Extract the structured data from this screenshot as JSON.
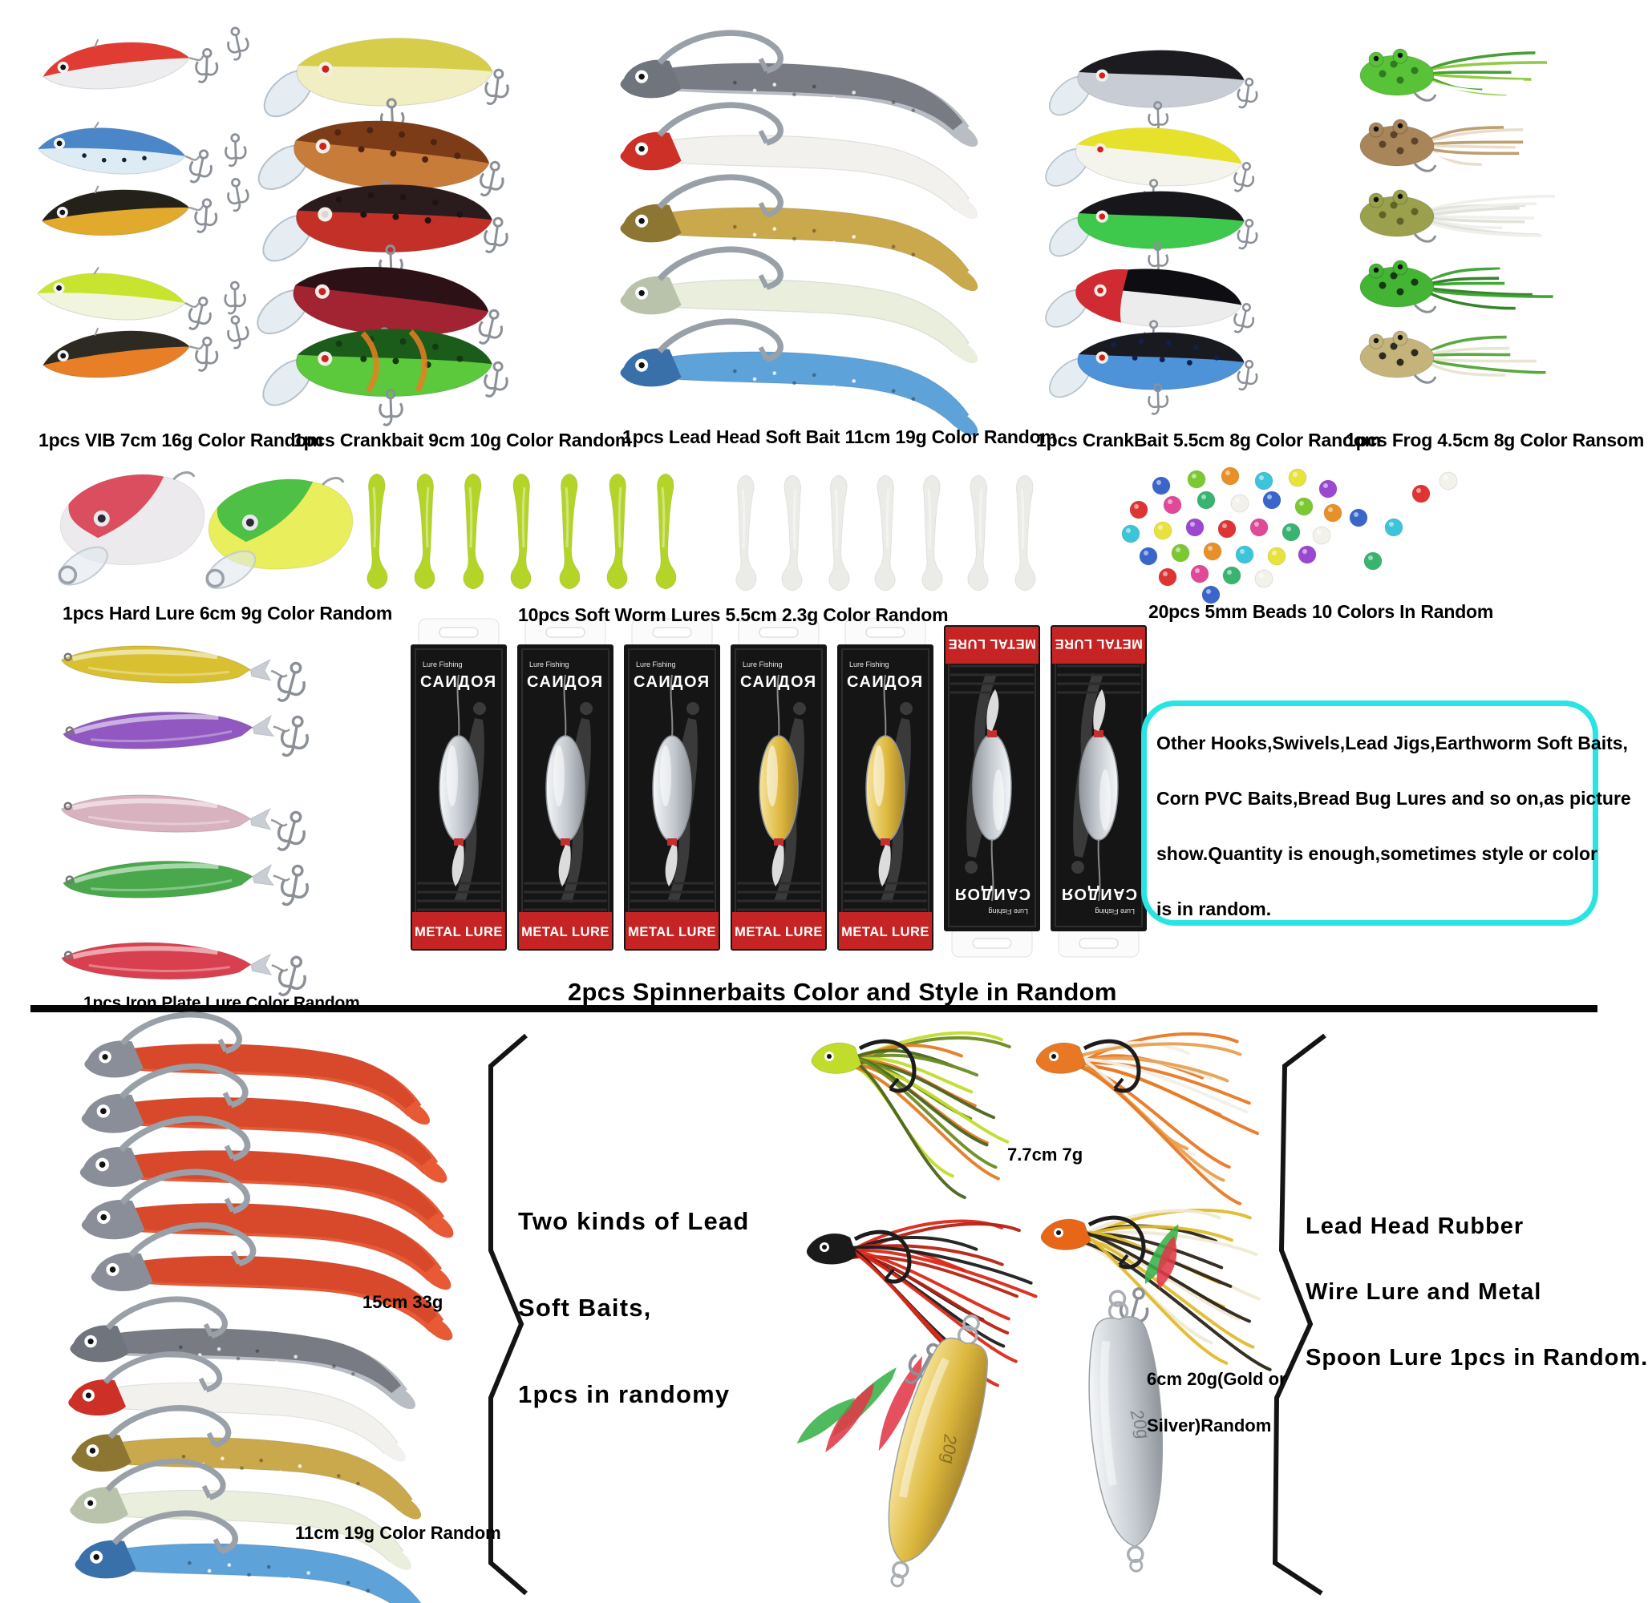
{
  "captions": {
    "vib": "1pcs VIB 7cm 16g Color Random",
    "crankbait": "1pcs Crankbait 9cm 10g Color Random",
    "lead_head": "1pcs Lead Head Soft Bait 11cm 19g Color Random",
    "crankbait_small": "1pcs CrankBait 5.5cm 8g Color Random",
    "frog": "1pcs Frog 4.5cm 8g Color Ransom",
    "hard_lure": "1pcs Hard Lure 6cm 9g Color Random",
    "worms": "10pcs Soft Worm Lures 5.5cm 2.3g Color Random",
    "beads": "20pcs 5mm Beads 10 Colors In Random",
    "iron_plate": "1pcs Iron Plate Lure Color Random",
    "spinnerbaits": "2pcs Spinnerbaits Color and Style in Random"
  },
  "note_box": {
    "border_color": "#2ae4e4",
    "lines": [
      "Other Hooks,Swivels,Lead Jigs,Earthworm Soft Baits,",
      "Corn PVC Baits,Bread Bug Lures and so on,as picture",
      "show.Quantity is enough,sometimes style or color",
      "is in random."
    ]
  },
  "bottom_left": {
    "size_large": "15cm 33g",
    "size_small": "11cm 19g Color Random",
    "lines": [
      "Two kinds of Lead",
      "Soft Baits,",
      "1pcs in randomy"
    ]
  },
  "bottom_right": {
    "size_jig": "7.7cm 7g",
    "size_spoon_line1": "6cm 20g(Gold or",
    "size_spoon_line2": "Silver)Random",
    "lines": [
      "Lead Head Rubber",
      "Wire Lure and Metal",
      "Spoon Lure 1pcs in Random."
    ]
  },
  "package": {
    "tagline": "Lure Fishing",
    "brand": "САИДОЯ",
    "banner": "METAL LURE",
    "spoon_engraving": "20g"
  },
  "palettes": {
    "vib": [
      {
        "back": "#e03c34",
        "belly": "#ededef"
      },
      {
        "back": "#4a86c8",
        "belly": "#dcebf4",
        "spots": "#14223a"
      },
      {
        "back": "#23211a",
        "belly": "#e2aa2c"
      },
      {
        "back": "#c8e42e",
        "belly": "#f1f5de"
      },
      {
        "back": "#2c2a22",
        "belly": "#e87e26"
      }
    ],
    "crankbait": [
      {
        "back": "#d6ce4a",
        "belly": "#f2eec4",
        "eye": "#d02020"
      },
      {
        "back": "#7c3c18",
        "belly": "#c87c3a",
        "eye": "#d02020",
        "spots": "#502410"
      },
      {
        "back": "#2a1c1c",
        "belly": "#c23028",
        "eye": "#d8d8d8",
        "spots": "#1d1412"
      },
      {
        "back": "#2c1216",
        "belly": "#a22432",
        "eye": "#d02020"
      },
      {
        "back": "#1c5c1a",
        "belly": "#5cc83c",
        "eye": "#d02020",
        "spots": "#123c10",
        "accent": "#e87e22"
      }
    ],
    "leadhead": [
      {
        "head": "#70747c",
        "body": "#b9bdc4",
        "back": "#43464e",
        "glitter": true
      },
      {
        "head": "#cc3026",
        "body": "#f2f1ee"
      },
      {
        "head": "#8c7632",
        "body": "#c9a94c",
        "glitter": true
      },
      {
        "head": "#b9c2ab",
        "body": "#e9efdc"
      },
      {
        "head": "#3a70aa",
        "body": "#5ea2da",
        "glitter": true
      }
    ],
    "crankbait_small": [
      {
        "back": "#1b1b20",
        "belly": "#c8ccd4",
        "eye": "#d02020"
      },
      {
        "back": "#e6e22c",
        "belly": "#f4f4ec",
        "eye": "#d02020"
      },
      {
        "back": "#17171b",
        "belly": "#3ec84c",
        "eye": "#d02020"
      },
      {
        "back": "#0e0e12",
        "belly": "#ececec",
        "eye": "#d02020",
        "nose": "#d02a32"
      },
      {
        "back": "#191920",
        "belly": "#4e92d8",
        "eye": "#d02020",
        "spots": "#10204a"
      }
    ],
    "frog": [
      {
        "body": "#58c238",
        "spot": "#2e7c1e",
        "legs": [
          "#3e9a28",
          "#8cc83c",
          "#ffffff"
        ]
      },
      {
        "body": "#a8865a",
        "spot": "#5c432a",
        "legs": [
          "#b89a6a",
          "#e8dcc8",
          "#ffffff"
        ]
      },
      {
        "body": "#9aa04c",
        "spot": "#5c6428",
        "legs": [
          "#eeeeea",
          "#e0e0da"
        ]
      },
      {
        "body": "#44b434",
        "spot": "#133a10",
        "legs": [
          "#38a02c",
          "#ffffff",
          "#2c7c20"
        ]
      },
      {
        "body": "#c4b47c",
        "spot": "#2c2c1c",
        "legs": [
          "#50a434",
          "#ffffff",
          "#e8e4d0"
        ]
      }
    ],
    "hard_lure": [
      {
        "body": "#eceaec",
        "head": "#d84052"
      },
      {
        "body": "#e8ee5c",
        "head": "#40bc44"
      }
    ],
    "worms": {
      "left": "#b4d428",
      "right": "#ebebe8",
      "count_left": 7,
      "count_right": 7
    },
    "beads": [
      "#7cc832",
      "#e8e23c",
      "#e04898",
      "#3a66cc",
      "#3cc4d8",
      "#e03434",
      "#f2f2ea",
      "#e89028",
      "#9a48d0",
      "#38b470"
    ],
    "iron": [
      "#d8c030",
      "#9058c0",
      "#d8b2be",
      "#4aa84c",
      "#d84050"
    ],
    "swim_large": {
      "body": "#e85a35",
      "back": "#c83c20",
      "head": "#8a8e98"
    },
    "jigs": [
      {
        "head": "#c2dc2c",
        "skirt": [
          "#6c8c22",
          "#c2dc2c",
          "#e07c24",
          "#4c641c"
        ]
      },
      {
        "head": "#e87824",
        "skirt": [
          "#e87824",
          "#f0efe8",
          "#e8a050"
        ]
      },
      {
        "head": "#1a1a1a",
        "skirt": [
          "#dc2818",
          "#b42414",
          "#1c1c1c"
        ]
      },
      {
        "head": "#e86618",
        "skirt": [
          "#e0bc2c",
          "#efe9d4",
          "#2a2418"
        ]
      }
    ],
    "spoons": {
      "gold": [
        "#f6e49c",
        "#ddb83e"
      ],
      "silver": [
        "#f5f7f9",
        "#c4c9cf"
      ],
      "feathers": [
        "#e03848",
        "#38b048"
      ]
    }
  }
}
